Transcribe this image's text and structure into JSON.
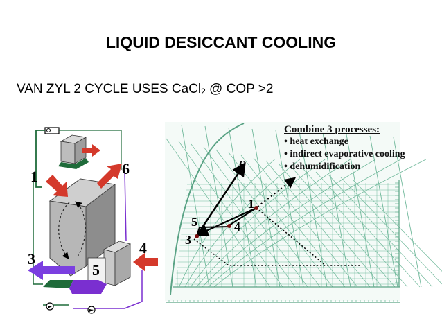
{
  "title": "LIQUID DESICCANT COOLING",
  "subtitle": {
    "prefix": "VAN ZYL 2 CYCLE  USES CaCl",
    "subscript": "2",
    "suffix": " @ COP >2"
  },
  "callout": {
    "heading": "Combine 3 processes:",
    "items": [
      "heat exchange",
      "indirect evaporative cooling",
      "dehumidification"
    ]
  },
  "apparatus_labels": {
    "l1": "1",
    "l3": "3",
    "l4": "4",
    "l5": "5",
    "l6": "6"
  },
  "chart_labels": {
    "p1": "1",
    "p3": "3",
    "p4": "4",
    "p5": "5",
    "p6": "6"
  },
  "colors": {
    "psychro_green": "#6fb89a",
    "arrow_red": "#d4392b",
    "arrow_purple": "#7b3fe0",
    "box_gray": "#b7b7b7",
    "tray_green": "#1f6b3a",
    "tray_purple": "#7a2fd0"
  }
}
